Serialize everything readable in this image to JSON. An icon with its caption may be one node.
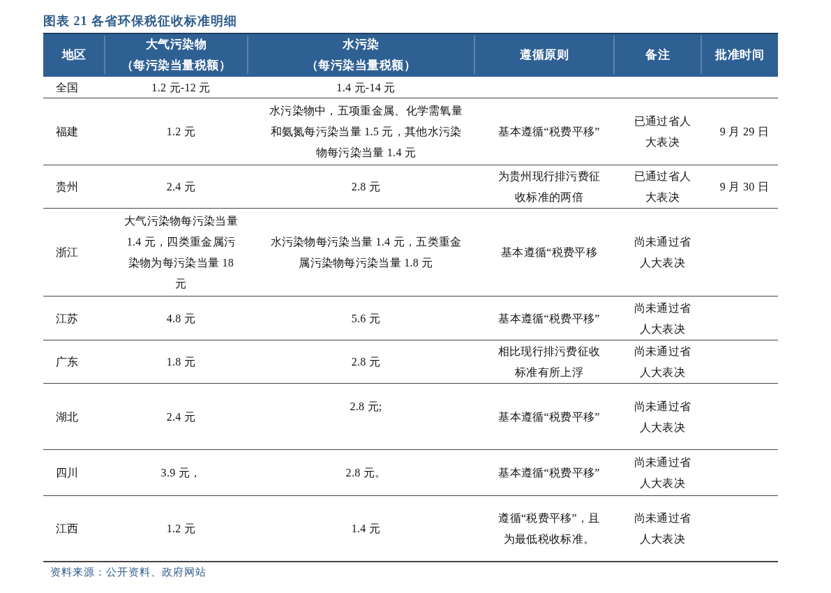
{
  "diagram": {
    "title": "图表 21 各省环保税征收标准明细",
    "caption": "资料来源：公开资料、政府网站",
    "labels": [
      "地区",
      "大气污染物",
      "（每污染当量税额）",
      "水污染",
      "（每污染当量税额）",
      "遵循原则",
      "备注",
      "批准时间",
      "全国",
      "1.2 元-12 元",
      "1.4 元-14 元",
      "福建",
      "1.2 元",
      "水污染物中，五项重金属、化学需氧量和氨氮每污染当量 1.5 元，其他水污染物每污染当量 1.4 元",
      "基本遵循“税费平移”",
      "已通过省人大表决",
      "9 月 29 日",
      "贵州",
      "2.4 元",
      "2.8 元",
      "为贵州现行排污费征收标准的两倍",
      "已通过省人大表决",
      "9 月 30 日",
      "浙江",
      "大气污染物每污染当量 1.4 元，四类重金属污染物为每污染当量 18 元",
      "水污染物每污染当量 1.4 元，五类重金属污染物每污染当量 1.8 元",
      "基本遵循“税费平移",
      "尚未通过省人大表决",
      "江苏",
      "4.8 元",
      "5.6 元",
      "基本遵循“税费平移”",
      "尚未通过省人大表决",
      "广东",
      "1.8 元",
      "2.8 元",
      "相比现行排污费征收标准有所上浮",
      "尚未通过省人大表决",
      "湖北",
      "2.4 元",
      "2.8 元;",
      "基本遵循“税费平移”",
      "尚未通过省人大表决",
      "四川",
      "3.9 元，",
      "2.8 元。",
      "基本遵循“税费平移”",
      "尚未通过省人大表决",
      "江西",
      "1.2 元",
      "1.4 元",
      "遵循“税费平移”，且为最低税收标准。",
      "尚未通过省人大表决"
    ]
  }
}
